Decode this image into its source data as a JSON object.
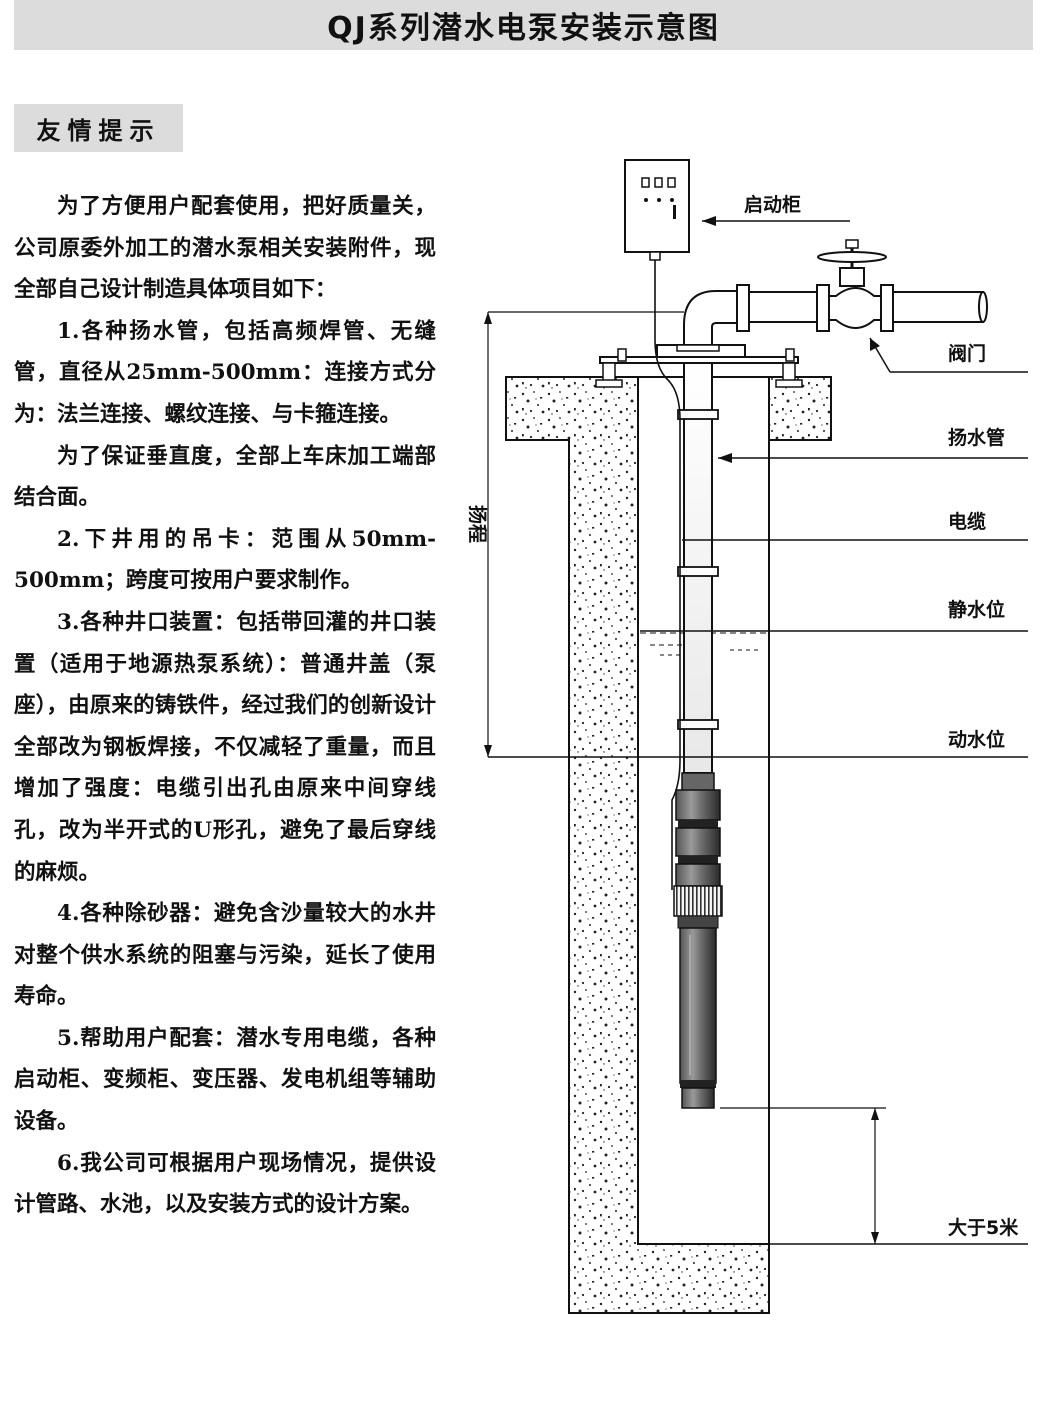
{
  "title": "QJ系列潜水电泵安装示意图",
  "tip_heading": "友情提示",
  "paragraphs": [
    "为了方便用户配套使用，把好质量关，公司原委外加工的潜水泵相关安装附件，现全部自己设计制造具体项目如下：",
    "1.各种扬水管，包括高频焊管、无缝管，直径从25mm-500mm：连接方式分为：法兰连接、螺纹连接、与卡箍连接。",
    "为了保证垂直度，全部上车床加工端部结合面。",
    "2.下井用的吊卡：范围从50mm-500mm；跨度可按用户要求制作。",
    "3.各种井口装置：包括带回灌的井口装置（适用于地源热泵系统）：普通井盖（泵座），由原来的铸铁件，经过我们的创新设计全部改为钢板焊接，不仅减轻了重量，而且增加了强度：电缆引出孔由原来中间穿线孔，改为半开式的U形孔，避免了最后穿线的麻烦。",
    "4.各种除砂器：避免含沙量较大的水井对整个供水系统的阻塞与污染，延长了使用寿命。",
    "5.帮助用户配套：潜水专用电缆，各种启动柜、变频柜、变压器、发电机组等辅助设备。",
    "6.我公司可根据用户现场情况，提供设计管路、水池，以及安装方式的设计方案。"
  ],
  "diagram": {
    "labels": {
      "control_cabinet": "启动柜",
      "valve": "阀门",
      "riser_pipe": "扬水管",
      "cable": "电缆",
      "static_water_level": "静水位",
      "dynamic_water_level": "动水位",
      "head": "扬程",
      "bottom_clearance": "大于5米"
    }
  }
}
